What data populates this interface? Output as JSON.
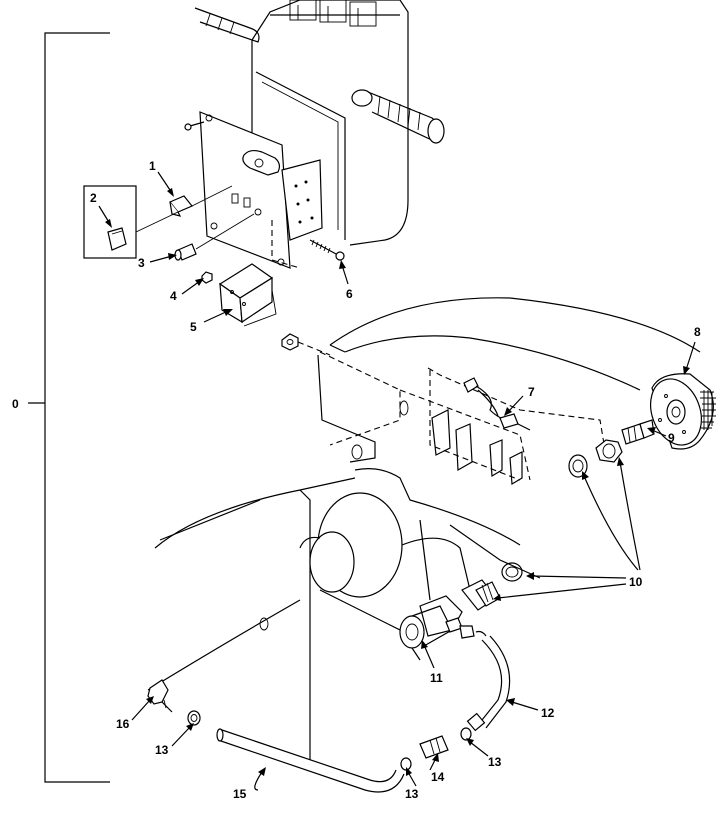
{
  "callouts": {
    "c0": "0",
    "c1": "1",
    "c2": "2",
    "c3": "3",
    "c4": "4",
    "c5": "5",
    "c6": "6",
    "c7": "7",
    "c8": "8",
    "c9": "9",
    "c10": "10",
    "c11": "11",
    "c12": "12",
    "c13a": "13",
    "c13b": "13",
    "c13c": "13",
    "c14": "14",
    "c15": "15",
    "c16": "16"
  }
}
